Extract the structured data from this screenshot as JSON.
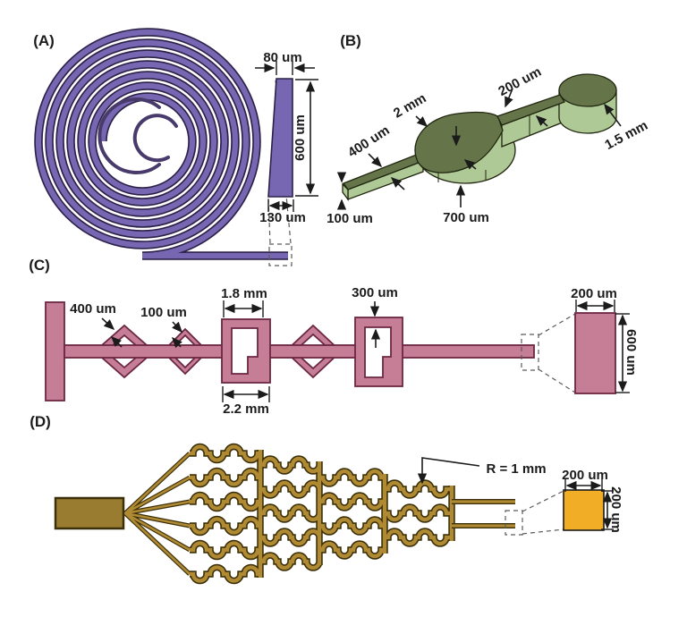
{
  "colors": {
    "purple": "#7767b2",
    "purple_dark": "#2c2147",
    "green_top": "#657549",
    "green_side": "#aec996",
    "pink": "#c67e97",
    "pink_dark": "#6b2742",
    "gold": "#b08a33",
    "gold_dark": "#3c300a",
    "gold_inlet": "#997c2f",
    "amber_square": "#f0ad25",
    "text": "#1b1b1b",
    "background": "#ffffff"
  },
  "panels": {
    "a": {
      "label": "(A)",
      "dims": {
        "top_width": "80 um",
        "height": "600 um",
        "bottom_width": "130 um"
      }
    },
    "b": {
      "label": "(B)",
      "dims": {
        "channel_width": "400 um",
        "chamber_width": "2 mm",
        "neck_width": "200 um",
        "outlet_diameter": "1.5 mm",
        "channel_height": "100 um",
        "chamber_depth": "700 um"
      }
    },
    "c": {
      "label": "(C)",
      "dims": {
        "diamond1_channel": "400 um",
        "diamond2_channel": "100 um",
        "rect_inner_width": "1.8 mm",
        "rect_outer_width": "2.2 mm",
        "rect2_channel": "300 um",
        "cross_section_width": "200 um",
        "cross_section_height": "600 um"
      }
    },
    "d": {
      "label": "(D)",
      "dims": {
        "serpentine_radius": "R = 1 mm",
        "cross_section_width": "200 um",
        "cross_section_height": "200 um"
      }
    }
  }
}
